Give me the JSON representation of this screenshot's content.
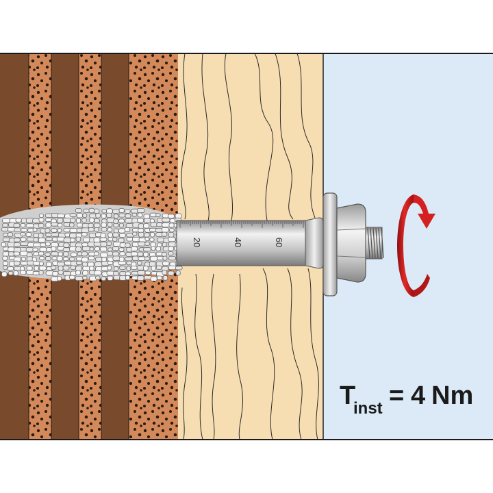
{
  "scale": {
    "labels": [
      "20",
      "40",
      "60"
    ]
  },
  "torque": {
    "symbol": "T",
    "subscript": "inst",
    "equals": "=",
    "value": "4",
    "unit": "Nm"
  },
  "colors": {
    "brick_dark": "#7a4a2c",
    "brick_light": "#d4895a",
    "wood": "#f6ddb2",
    "air": "#dbeaf6",
    "mortar": "#d9d9d9",
    "arrow": "#d42020",
    "steel": "#b8b8b8"
  },
  "icons": {
    "rotation_arrow": "rotation-arrow-icon"
  }
}
